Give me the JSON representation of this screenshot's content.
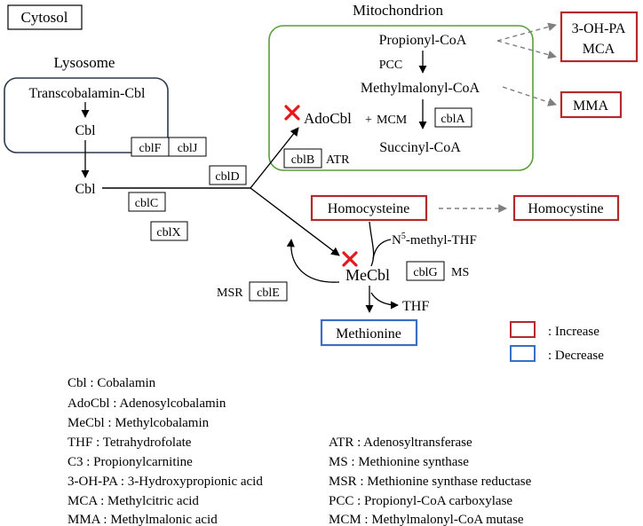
{
  "compartments": {
    "cytosol": "Cytosol",
    "mitochondrion": "Mitochondrion",
    "lysosome": "Lysosome"
  },
  "molecules": {
    "transcobalamin_cbl": "Transcobalamin-Cbl",
    "cbl_lysosome": "Cbl",
    "cbl_cytosol": "Cbl",
    "propionyl_coa": "Propionyl-CoA",
    "methylmalonyl_coa": "Methylmalonyl-CoA",
    "succinyl_coa": "Succinyl-CoA",
    "adocbl": "AdoCbl",
    "plus": "+",
    "mecbl": "MeCbl",
    "n5_methyl_thf_base": "N",
    "n5_methyl_thf_sup": "5",
    "n5_methyl_thf_rest": "-methyl-THF",
    "thf": "THF",
    "homocysteine": "Homocysteine",
    "homocystine": "Homocystine",
    "methionine": "Methionine",
    "oh_pa": "3-OH-PA",
    "mca": "MCA",
    "mma": "MMA"
  },
  "enzymes": {
    "pcc": "PCC",
    "mcm": "MCM",
    "atr": "ATR",
    "ms": "MS",
    "msr": "MSR"
  },
  "genes": {
    "cblF": "cblF",
    "cblJ": "cblJ",
    "cblD": "cblD",
    "cblB": "cblB",
    "cblA": "cblA",
    "cblC": "cblC",
    "cblX": "cblX",
    "cblG": "cblG",
    "cblE": "cblE"
  },
  "legend": {
    "increase": ":  Increase",
    "decrease": ":  Decrease",
    "colors": {
      "increase": "#b22a2e",
      "decrease": "#3a6fc4"
    }
  },
  "colors": {
    "mito_border": "#5a9e3a",
    "lysosome_border": "#2b3a4a",
    "dashed_arrow": "#7f7f7f",
    "cross": "#e0191b"
  },
  "abbreviations_left": [
    "Cbl : Cobalamin",
    "AdoCbl : Adenosylcobalamin",
    "MeCbl : Methylcobalamin",
    "THF : Tetrahydrofolate",
    "C3 : Propionylcarnitine",
    "3-OH-PA : 3-Hydroxypropionic acid",
    "MCA : Methylcitric acid",
    "MMA : Methylmalonic acid"
  ],
  "abbreviations_right": [
    "ATR : Adenosyltransferase",
    "MS : Methionine synthase",
    "MSR : Methionine synthase reductase",
    "PCC : Propionyl-CoA carboxylase",
    "MCM : Methylmalonyl-CoA mutase"
  ]
}
